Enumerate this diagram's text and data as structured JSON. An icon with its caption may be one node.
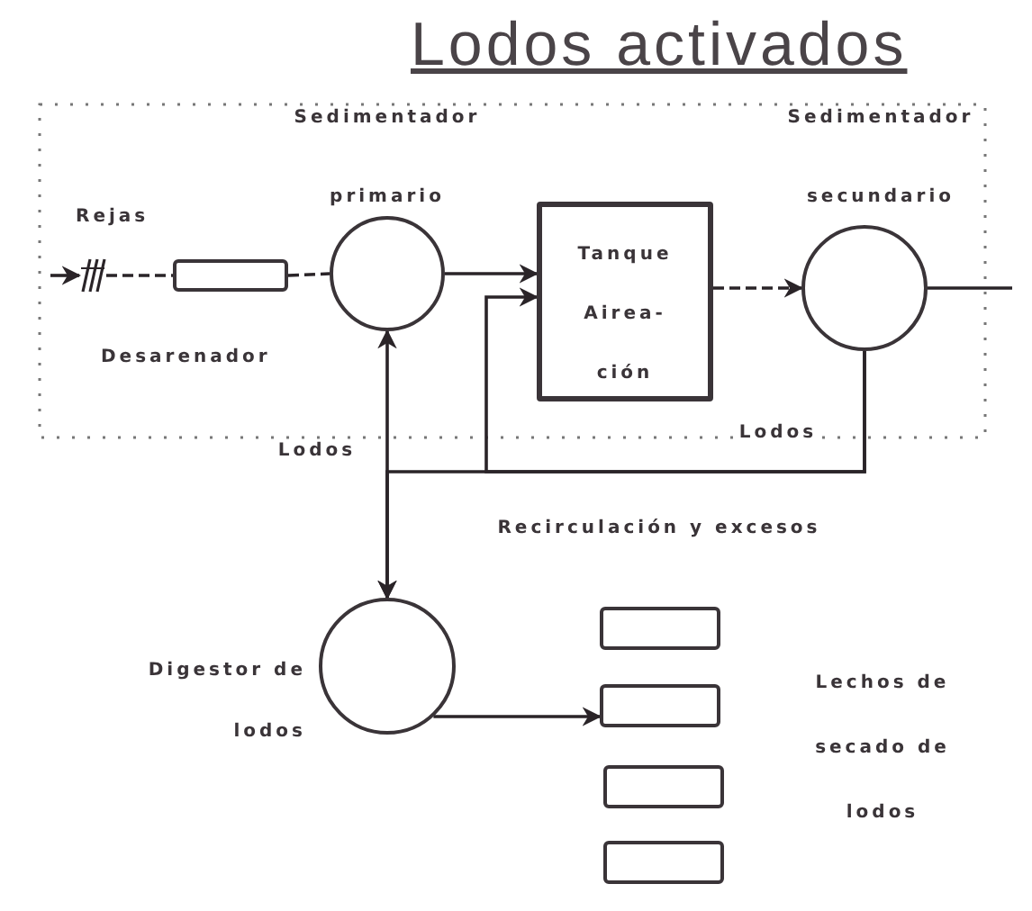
{
  "diagram": {
    "title": "Lodos activados",
    "nodes": [
      {
        "text": [],
        "shape": "picture",
        "beside": [
          "Rejas"
        ]
      },
      {
        "text": [],
        "shape": "box",
        "beside": [
          "Desarenador"
        ]
      },
      {
        "text": [],
        "shape": "circle",
        "beside": [
          "Sedimentador primario"
        ]
      },
      {
        "text": [
          "Tanque Airea- ción"
        ]
      },
      {
        "text": [],
        "shape": "circle",
        "beside": [
          "Sedimentador secundario"
        ]
      },
      {
        "text": [],
        "shape": "circle",
        "beside": [
          "Digestor de lodos"
        ]
      },
      {
        "text": [],
        "shape": "box"
      },
      {
        "text": [],
        "shape": "box"
      },
      {
        "text": [],
        "shape": "box"
      },
      {
        "text": [],
        "shape": "box"
      }
    ],
    "edges": [
      {
        "from": null,
        "to": 0,
        "arrow": "to"
      },
      {
        "from": 0,
        "to": 1,
        "arrow": "none",
        "style": "dashed"
      },
      {
        "from": 1,
        "to": 2,
        "arrow": "none",
        "style": "dashed"
      },
      {
        "from": 2,
        "to": 3,
        "arrow": "to"
      },
      {
        "from": 3,
        "to": 4,
        "arrow": "to",
        "style": "dashed"
      },
      {
        "from": 4,
        "to": null,
        "arrow": "none"
      },
      {
        "from": 4,
        "to": 3,
        "arrow": "to",
        "label": "Lodos"
      },
      {
        "from": 4,
        "to": 5,
        "arrow": "to",
        "label": "Recirculación y excesos"
      },
      {
        "from": 2,
        "to": 5,
        "arrow": "both",
        "label": "Lodos"
      },
      {
        "from": 5,
        "to": 7,
        "arrow": "to"
      }
    ],
    "labels": [
      "Lechos de secado de lodos"
    ]
  }
}
